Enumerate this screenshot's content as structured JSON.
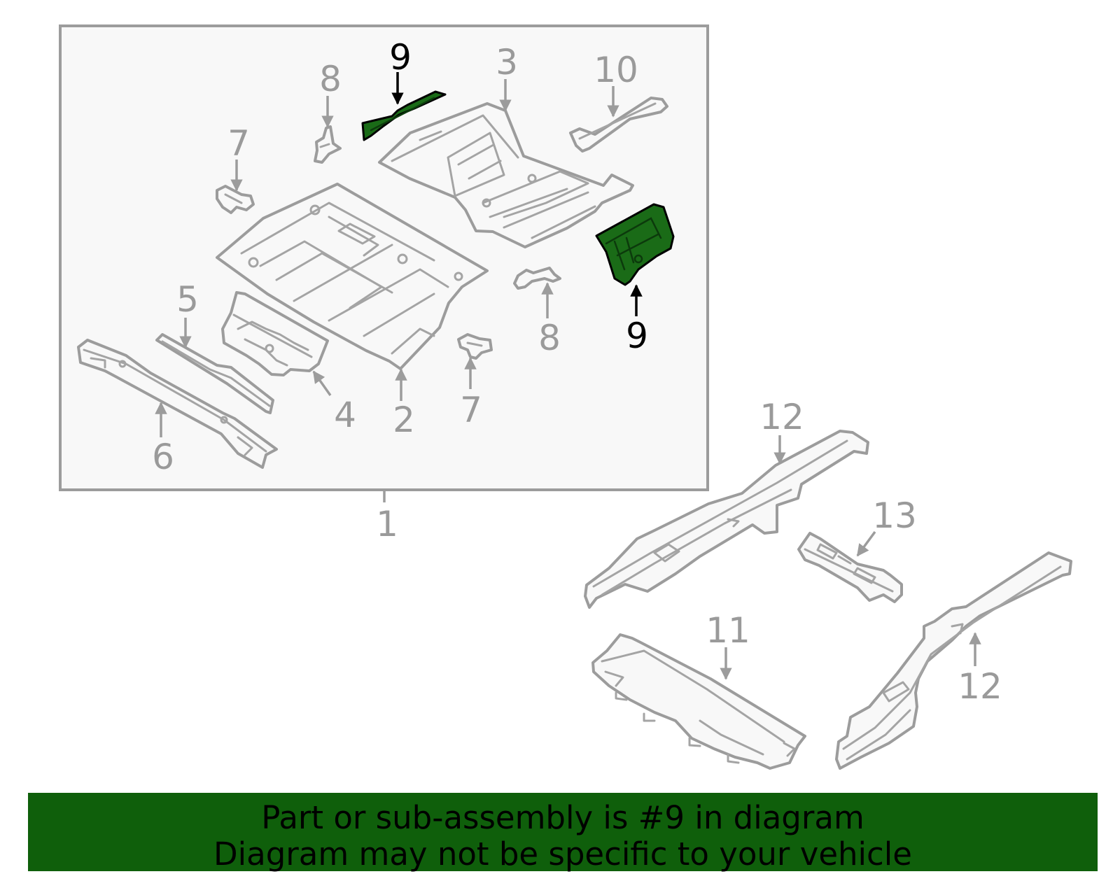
{
  "diagram": {
    "highlight_color": "#1a6b17",
    "banner_color": "#0f5f0b",
    "callouts": {
      "c1": "1",
      "c2": "2",
      "c3": "3",
      "c4": "4",
      "c5": "5",
      "c6": "6",
      "c7a": "7",
      "c7b": "7",
      "c8a": "8",
      "c8b": "8",
      "c9a": "9",
      "c9b": "9",
      "c10": "10",
      "c11": "11",
      "c12a": "12",
      "c12b": "12",
      "c13": "13"
    }
  },
  "banner": {
    "line1": "Part or sub-assembly is #9 in diagram",
    "line2": "Diagram may not be specific to your vehicle"
  }
}
